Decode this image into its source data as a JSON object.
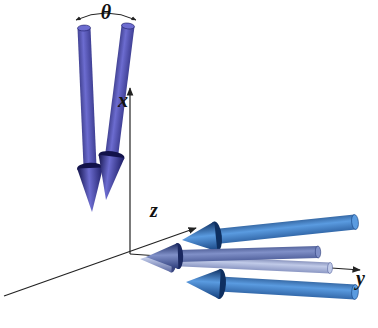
{
  "diagram": {
    "labels": [
      "θ",
      "x",
      "z",
      "y"
    ]
  }
}
